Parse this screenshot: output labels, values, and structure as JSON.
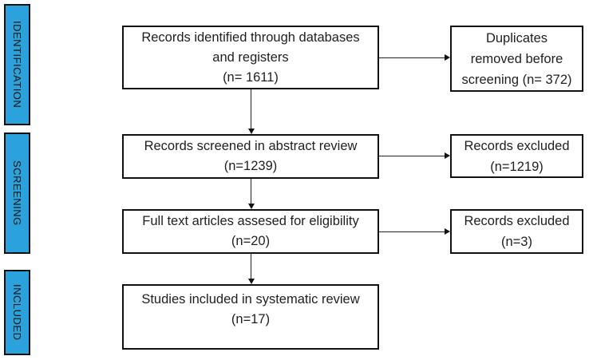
{
  "diagram": {
    "type": "prisma-flow",
    "colors": {
      "stage_fill": "#2BA2DB",
      "border": "#111111",
      "background": "#ffffff"
    },
    "stages": [
      {
        "label": "IDENTIFICATION"
      },
      {
        "label": "SCREENING"
      },
      {
        "label": "INCLUDED"
      }
    ],
    "main_boxes": [
      {
        "lines": [
          "Records identified through databases",
          "and registers",
          "(n= 1611)"
        ]
      },
      {
        "lines": [
          "Records screened in abstract review",
          "(n=1239)"
        ]
      },
      {
        "lines": [
          "Full text articles assesed for eligibility",
          "(n=20)"
        ]
      },
      {
        "lines": [
          "Studies included in systematic review",
          "(n=17)"
        ]
      }
    ],
    "side_boxes": [
      {
        "lines": [
          "Duplicates",
          "removed before",
          "screening (n= 372)"
        ]
      },
      {
        "lines": [
          "Records excluded",
          "(n=1219)"
        ]
      },
      {
        "lines": [
          "Records excluded",
          "(n=3)"
        ]
      }
    ]
  }
}
